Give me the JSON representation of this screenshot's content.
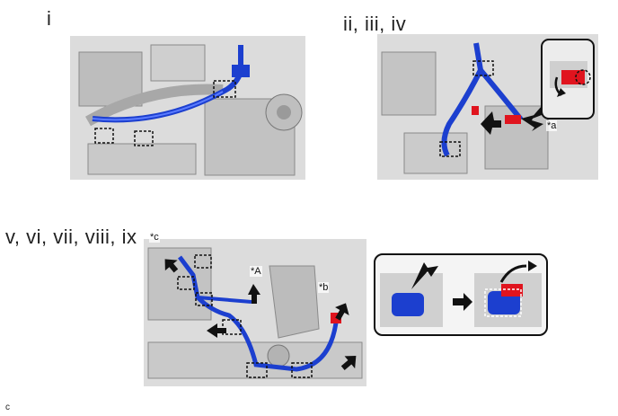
{
  "steps": {
    "step1": "i",
    "step2": "ii, iii, iv",
    "step3": "v, vi, vii, viii, ix"
  },
  "callouts": {
    "a": "*a",
    "A": "*A",
    "b": "*b",
    "c": "*c"
  },
  "figure_code": "c",
  "colors": {
    "hose": "#1c3fcf",
    "hose_highlight": "#5b7cff",
    "clamp_red": "#e0141e",
    "engine_gray": "#c8c8c8",
    "engine_dark": "#8a8a8a",
    "frame": "#111111"
  }
}
